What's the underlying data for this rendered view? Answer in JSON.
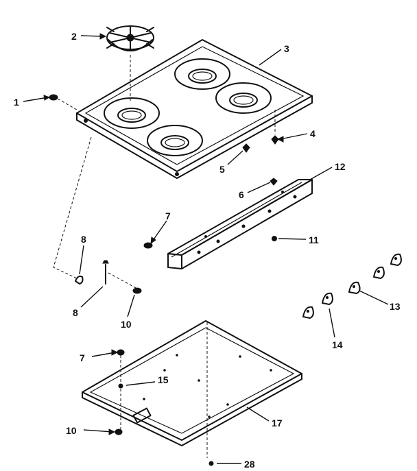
{
  "callouts": {
    "c1": "1",
    "c2": "2",
    "c3": "3",
    "c4": "4",
    "c5": "5",
    "c6": "6",
    "c7a": "7",
    "c7b": "7",
    "c8a": "8",
    "c8b": "8",
    "c10a": "10",
    "c10b": "10",
    "c11": "11",
    "c12": "12",
    "c13": "13",
    "c14": "14",
    "c15": "15",
    "c17": "17",
    "c28": "28"
  },
  "colors": {
    "ink": "#111111",
    "paper": "#ffffff"
  }
}
